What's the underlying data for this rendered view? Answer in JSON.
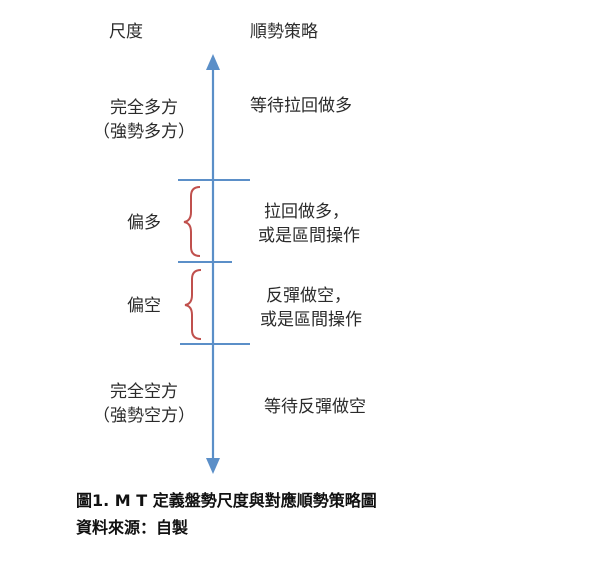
{
  "headers": {
    "scale": "尺度",
    "strategy": "順勢策略"
  },
  "rows": [
    {
      "scale_line1": "完全多方",
      "scale_line2": "（強勢多方）",
      "strategy_line1": "等待拉回做多",
      "strategy_line2": ""
    },
    {
      "scale_line1": "偏多",
      "scale_line2": "",
      "strategy_line1": "拉回做多，",
      "strategy_line2": "或是區間操作"
    },
    {
      "scale_line1": "偏空",
      "scale_line2": "",
      "strategy_line1": "反彈做空，",
      "strategy_line2": "或是區間操作"
    },
    {
      "scale_line1": "完全空方",
      "scale_line2": "（強勢空方）",
      "strategy_line1": "等待反彈做空",
      "strategy_line2": ""
    }
  ],
  "caption": {
    "title": "圖1. M T 定義盤勢尺度與對應順勢策略圖",
    "source": "資料來源：自製"
  },
  "colors": {
    "axis": "#5b8fc8",
    "bracket": "#c0504d",
    "text": "#2b2b2b"
  }
}
